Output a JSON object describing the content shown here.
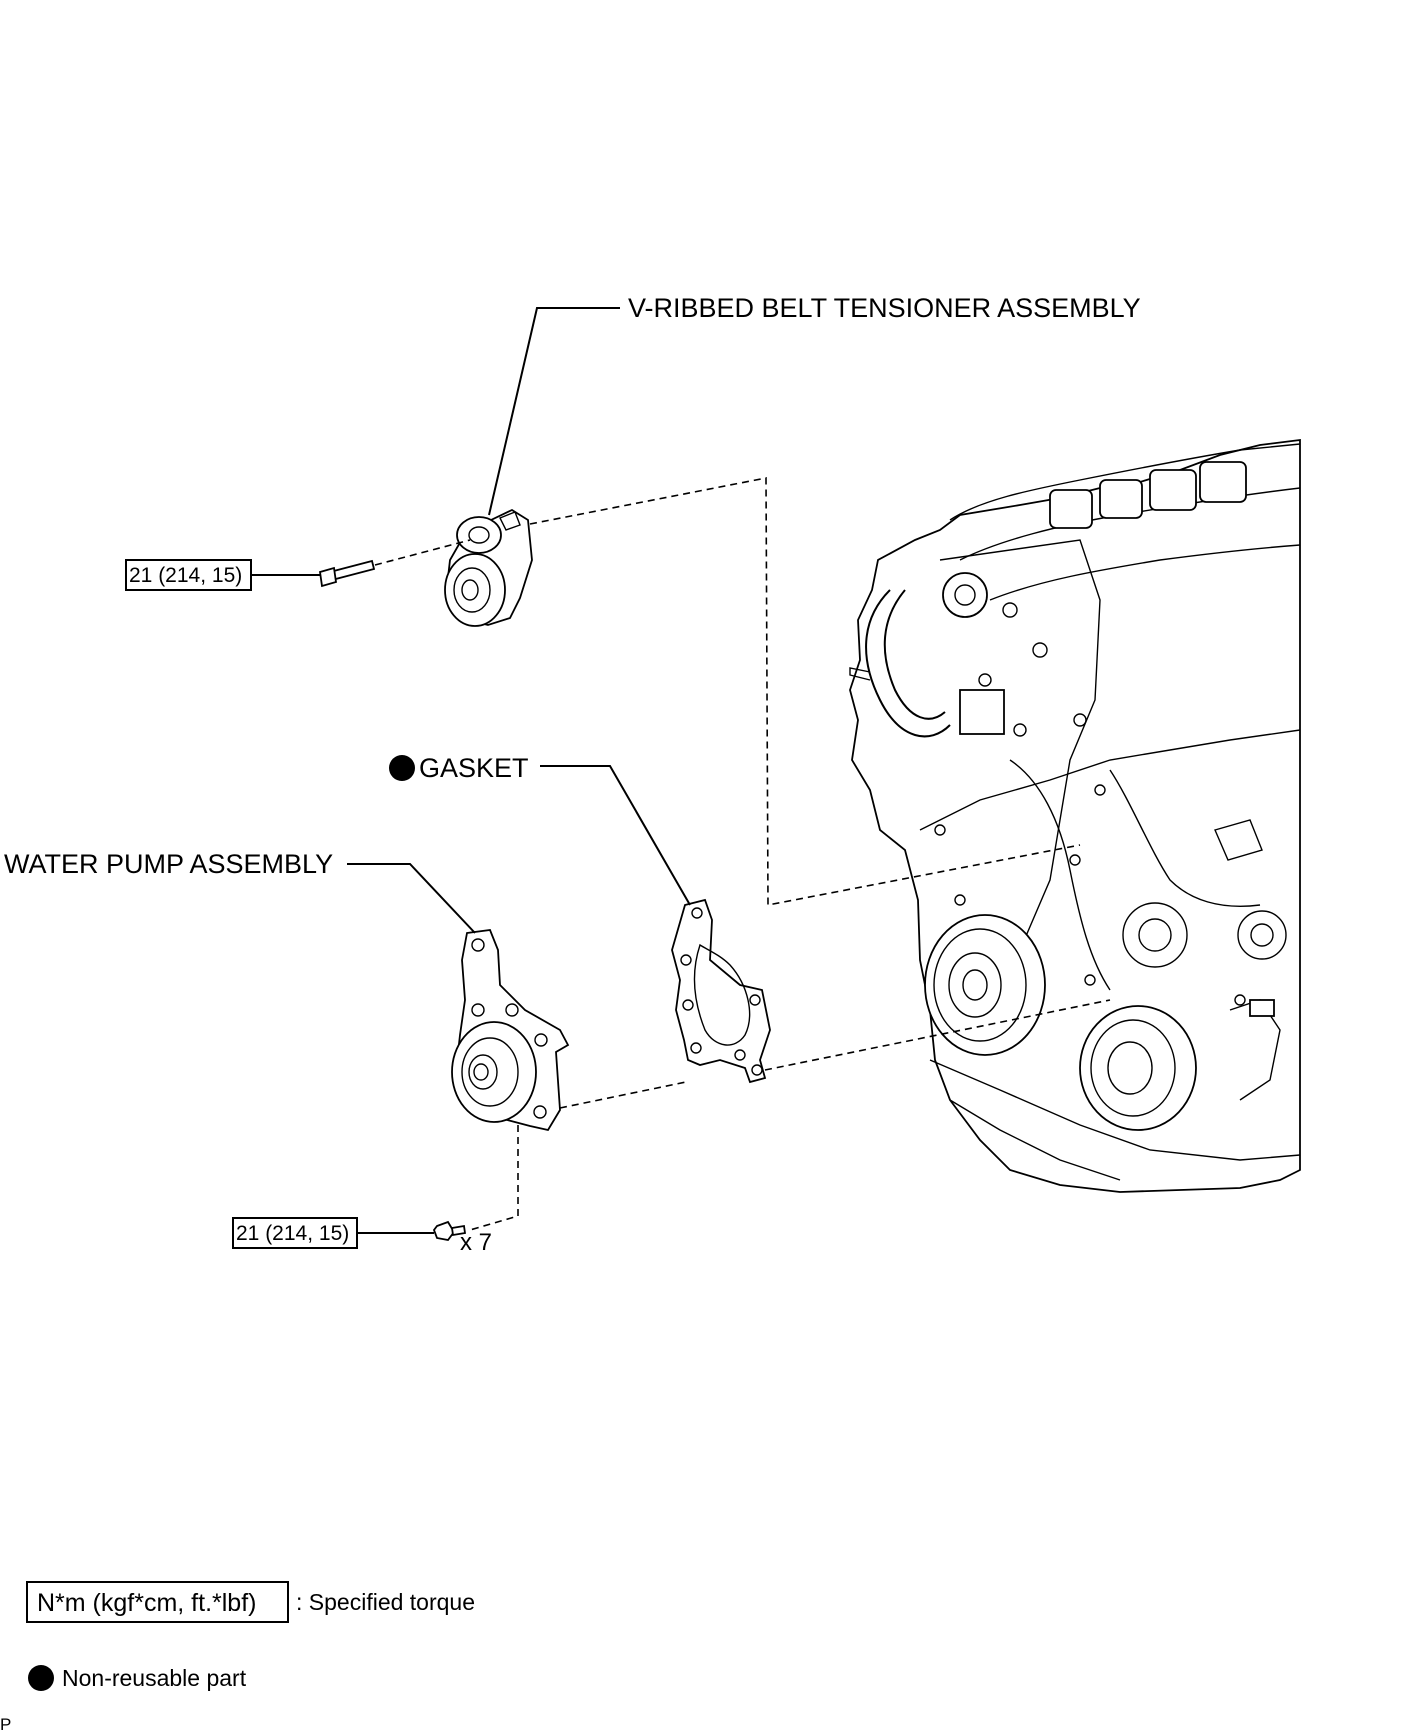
{
  "labels": {
    "tensioner": "V-RIBBED BELT TENSIONER ASSEMBLY",
    "gasket": "GASKET",
    "water_pump": "WATER PUMP ASSEMBLY"
  },
  "torque_specs": {
    "tensioner_bolt": "21 (214, 15)",
    "water_pump_bolts": "21 (214, 15)",
    "bolt_quantity": "x 7"
  },
  "legend": {
    "torque_box": "N*m (kgf*cm, ft.*lbf)",
    "torque_text": ": Specified torque",
    "non_reusable_text": "Non-reusable part"
  },
  "page_marker": "P"
}
